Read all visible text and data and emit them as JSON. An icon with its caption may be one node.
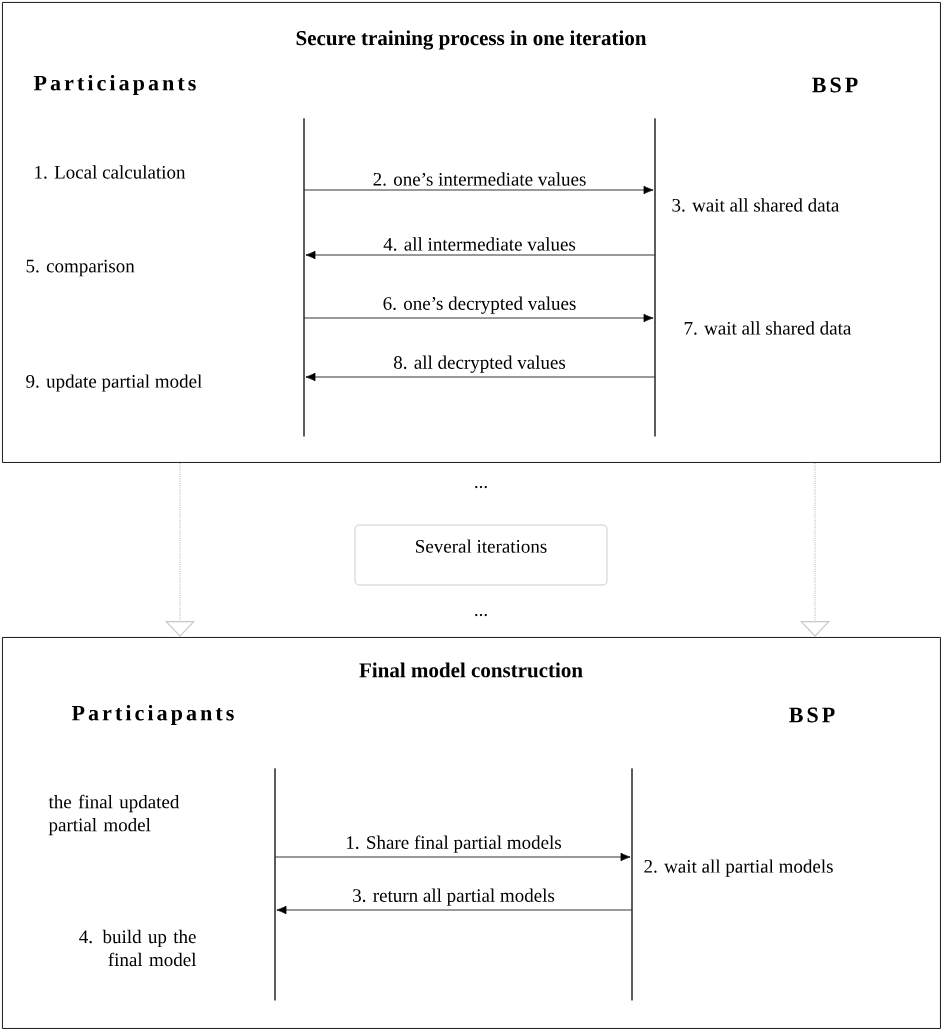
{
  "diagram": {
    "nodes": [
      {
        "text": [
          "Secure training process in one iteration"
        ]
      },
      {
        "text": [],
        "shape": "bar",
        "in": 0
      },
      {
        "text": [],
        "shape": "bar",
        "in": 0
      },
      {
        "text": [
          "Several iterations"
        ]
      },
      {
        "text": [
          "Final model construction"
        ]
      },
      {
        "text": [],
        "shape": "bar",
        "in": 4
      },
      {
        "text": [],
        "shape": "bar",
        "in": 4
      }
    ],
    "edges": [
      {
        "from": 1,
        "to": 2,
        "arrow": "to",
        "label": "2. one’s intermediate values"
      },
      {
        "from": 2,
        "to": 1,
        "arrow": "to",
        "label": "4. all intermediate values"
      },
      {
        "from": 1,
        "to": 2,
        "arrow": "to",
        "label": "6. one’s decrypted values"
      },
      {
        "from": 2,
        "to": 1,
        "arrow": "to",
        "label": "8. all decrypted values"
      },
      {
        "from": 5,
        "to": 6,
        "arrow": "to",
        "label": "1. Share final partial models"
      },
      {
        "from": 6,
        "to": 5,
        "arrow": "to",
        "label": "3. return all partial models"
      },
      {
        "from": 0,
        "to": 4,
        "arrow": "to",
        "style": "dashed",
        "color": "#c8c8c8"
      },
      {
        "from": 0,
        "to": 4,
        "arrow": "to",
        "style": "dashed",
        "color": "#c8c8c8"
      }
    ],
    "labels": [
      "Particiapants",
      "BSP",
      "1. Local calculation",
      "3. wait all shared data",
      "5. comparison",
      "7. wait all shared data",
      "9. update partial model",
      "...",
      "...",
      "Particiapants",
      "BSP",
      "the final updated partial model",
      "2. wait all partial models",
      "4. build up the final model"
    ]
  }
}
